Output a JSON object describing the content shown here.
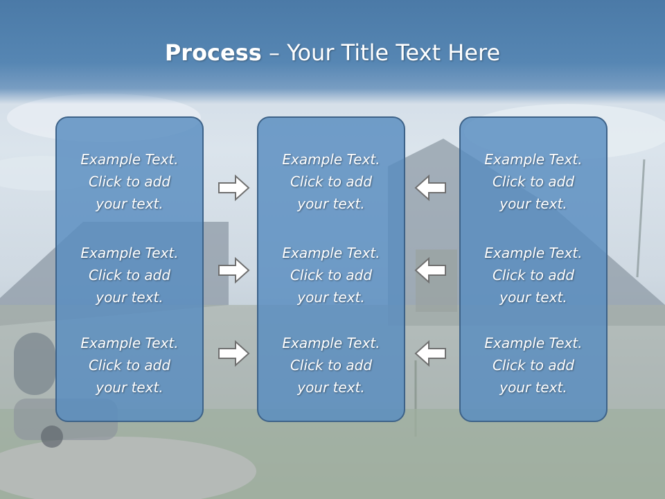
{
  "title": {
    "bold": "Process",
    "rest": " – Your Title Text Here"
  },
  "columns": [
    {
      "items": [
        "Example Text.\nClick  to add\nyour text.",
        "Example Text.\nClick  to add\nyour text.",
        "Example Text.\nClick  to add\nyour text."
      ]
    },
    {
      "items": [
        "Example Text.\nClick  to add\nyour text.",
        "Example Text.\nClick  to add\nyour text.",
        "Example Text.\nClick  to add\nyour text."
      ]
    },
    {
      "items": [
        "Example Text.\nClick  to add\nyour text.",
        "Example Text.\nClick  to add\nyour text.",
        "Example Text.\nClick  to add\nyour text."
      ]
    }
  ],
  "arrows": {
    "left_group": "right-arrow-icon",
    "right_group": "left-arrow-icon"
  },
  "colors": {
    "title_band": "#4b7aa7",
    "panel_fill": "#588cc0",
    "panel_border": "#3d6288",
    "text": "#ffffff"
  }
}
